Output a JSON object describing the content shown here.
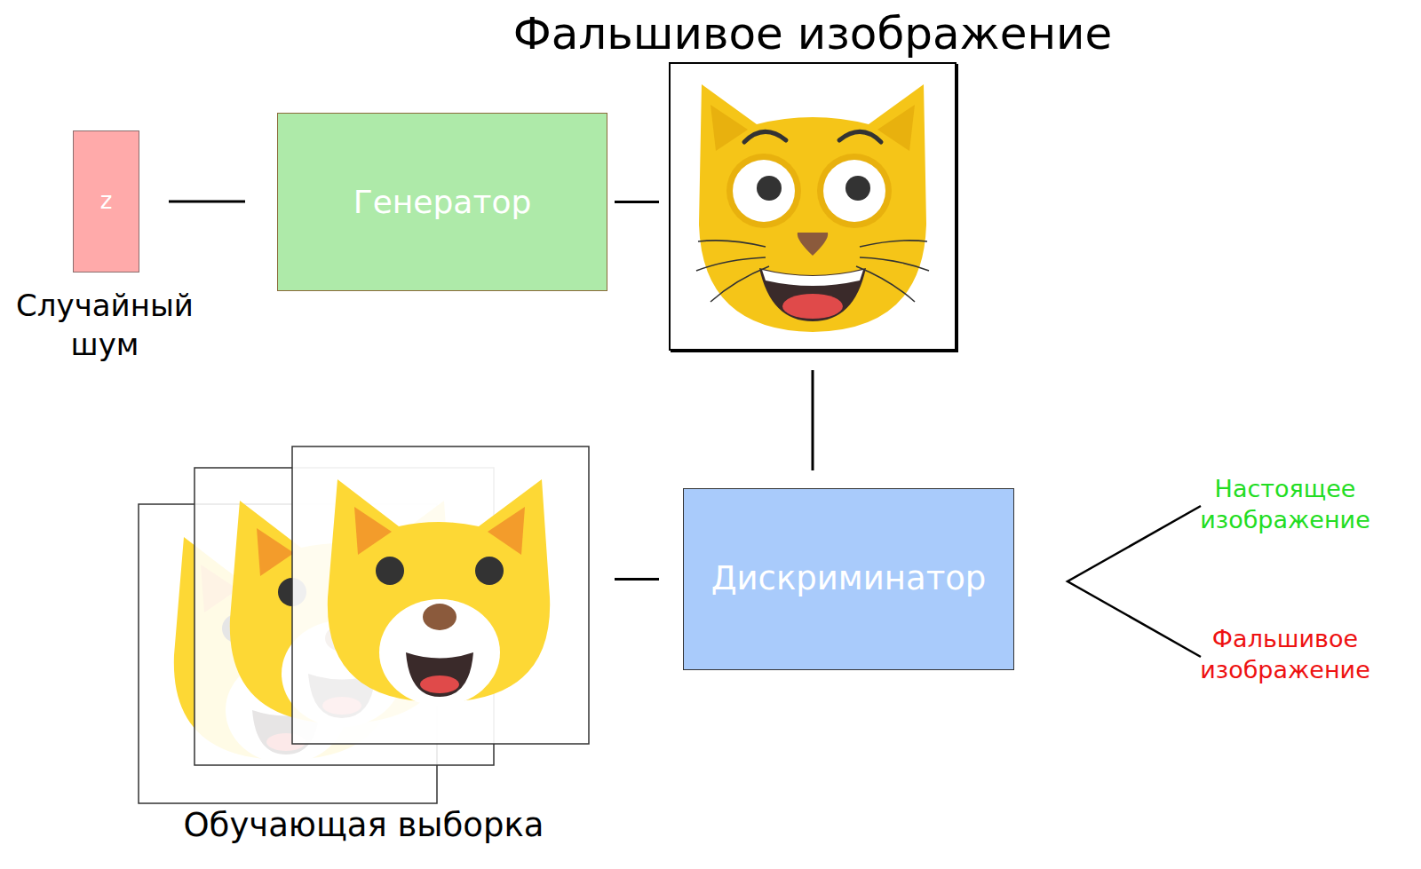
{
  "diagram": {
    "nodes": [
      {
        "text": [
          "z"
        ]
      },
      {
        "text": [
          "Генератор"
        ]
      },
      {
        "text": [
          "Фальшивое изображение"
        ]
      },
      {
        "text": [
          "Обучающая выборка"
        ]
      },
      {
        "text": [
          "Дискриминатор"
        ]
      }
    ],
    "edges": [
      {
        "from": 0,
        "to": 1,
        "arrow": "none"
      },
      {
        "from": 1,
        "to": 2,
        "arrow": "none"
      },
      {
        "from": 2,
        "to": 4,
        "arrow": "none"
      },
      {
        "from": 3,
        "to": 4,
        "arrow": "none"
      }
    ],
    "labels": [
      "Случайный шум",
      "Настоящее изображение",
      "Фальшивое изображение"
    ]
  }
}
